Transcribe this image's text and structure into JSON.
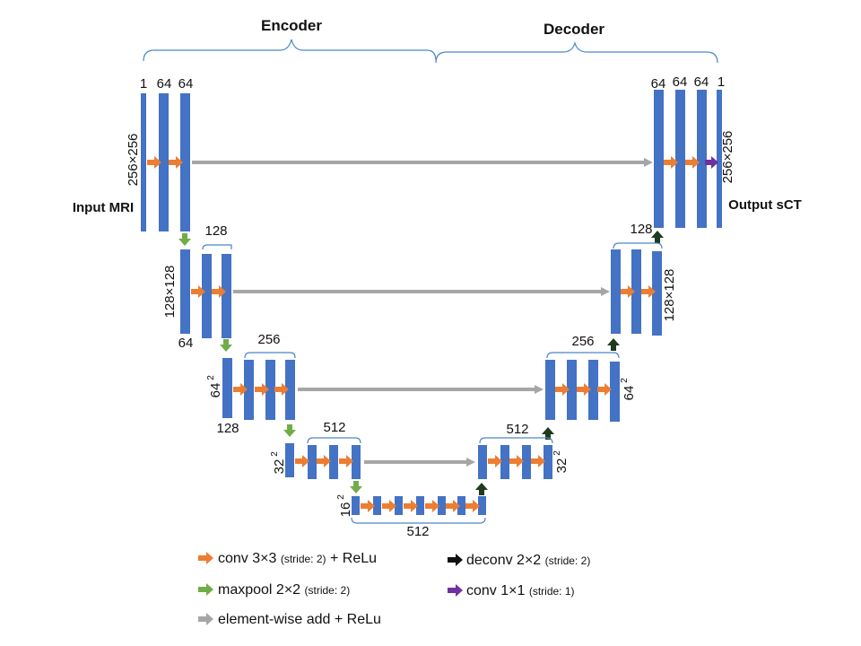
{
  "header": {
    "encoder": "Encoder",
    "decoder": "Decoder"
  },
  "colors": {
    "block": "#4472c4",
    "conv": "#ed7d31",
    "maxpool": "#70ad47",
    "deconv": "#1f3a1f",
    "conv1x1": "#7030a0",
    "add": "#a6a6a6",
    "brace": "#4a86c8"
  },
  "labels": {
    "input": "Input MRI",
    "output": "Output sCT",
    "l1_in_channels": "1",
    "l1_enc_c1": "64",
    "l1_enc_c2": "64",
    "l1_size": "256×256",
    "l1_dec_c1": "64",
    "l1_dec_c2": "64",
    "l1_dec_c3": "64",
    "l1_out_channels": "1",
    "l1_out_size": "256×256",
    "l2_enc_ch": "128",
    "l2_enc_in": "64",
    "l2_size": "128×128",
    "l2_dec_ch": "128",
    "l2_out_size": "128×128",
    "l3_enc_ch": "256",
    "l3_enc_in": "128",
    "l3_size_base": "64",
    "l3_size_exp": "2",
    "l3_dec_ch": "256",
    "l4_enc_ch": "512",
    "l4_size_base": "32",
    "l4_size_exp": "2",
    "l4_dec_ch": "512",
    "l5_size_base": "16",
    "l5_size_exp": "2",
    "l5_ch": "512"
  },
  "legend": {
    "conv_main": "conv 3×3",
    "conv_stride": "(stride: 2)",
    "conv_tail": "+ ReLu",
    "maxpool_main": "maxpool 2×2",
    "maxpool_stride": "(stride: 2)",
    "add_main": "element-wise  add + ReLu",
    "deconv_main": "deconv 2×2",
    "deconv_stride": "(stride: 2)",
    "conv1_main": "conv 1×1",
    "conv1_stride": "(stride: 1)"
  }
}
